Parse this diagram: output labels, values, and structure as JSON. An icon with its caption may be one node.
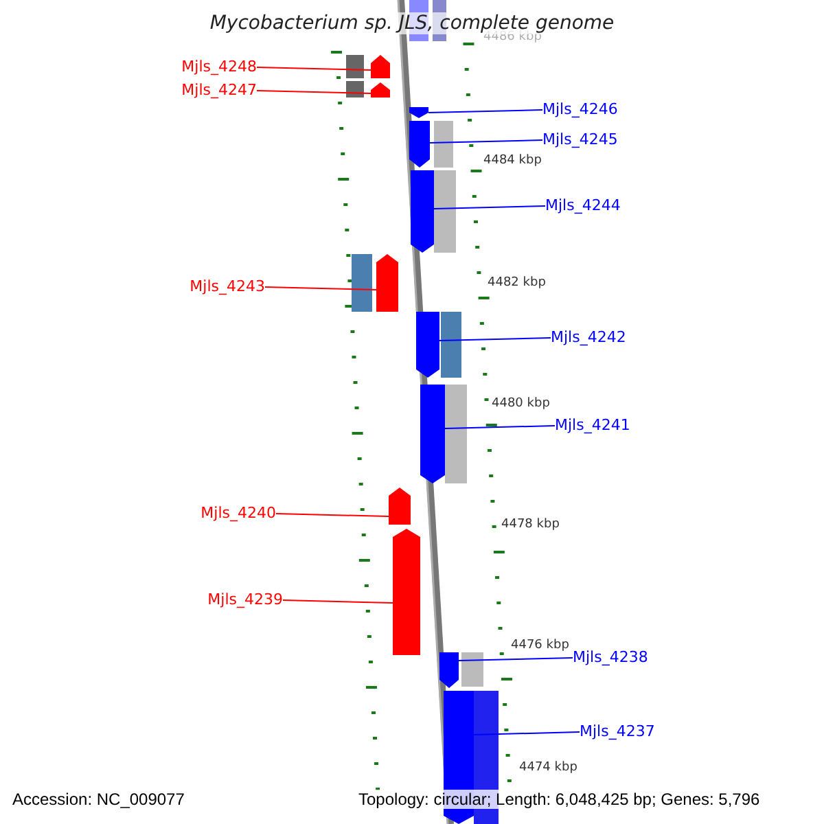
{
  "diagram": {
    "title": "Mycobacterium sp. JLS, complete genome",
    "nodes": [
      {
        "text": [
          "Mjls_4248"
        ]
      },
      {
        "text": [],
        "shape": "arrow"
      },
      {
        "text": [
          "Mjls_4247"
        ]
      },
      {
        "text": [],
        "shape": "arrow"
      },
      {
        "text": [
          "Mjls_4246"
        ]
      },
      {
        "text": [],
        "shape": "arrow"
      },
      {
        "text": [
          "Mjls_4245"
        ]
      },
      {
        "text": [],
        "shape": "arrow"
      },
      {
        "text": [
          "Mjls_4244"
        ]
      },
      {
        "text": [],
        "shape": "arrow"
      },
      {
        "text": [
          "Mjls_4243"
        ]
      },
      {
        "text": [],
        "shape": "arrow"
      },
      {
        "text": [
          "Mjls_4242"
        ]
      },
      {
        "text": [],
        "shape": "arrow"
      },
      {
        "text": [
          "Mjls_4241"
        ]
      },
      {
        "text": [],
        "shape": "arrow"
      },
      {
        "text": [
          "Mjls_4240"
        ]
      },
      {
        "text": [],
        "shape": "arrow"
      },
      {
        "text": [
          "Mjls_4239"
        ]
      },
      {
        "text": [],
        "shape": "arrow"
      },
      {
        "text": [
          "Mjls_4238"
        ]
      },
      {
        "text": [],
        "shape": "arrow"
      },
      {
        "text": [
          "Mjls_4237"
        ]
      },
      {
        "text": [],
        "shape": "arrow"
      }
    ],
    "edges": [
      {
        "from": 0,
        "to": 1,
        "arrow": "none",
        "color": "#ff0000"
      },
      {
        "from": 2,
        "to": 3,
        "arrow": "none",
        "color": "#ff0000"
      },
      {
        "from": 4,
        "to": 5,
        "arrow": "none"
      },
      {
        "from": 6,
        "to": 7,
        "arrow": "none"
      },
      {
        "from": 8,
        "to": 9,
        "arrow": "none"
      },
      {
        "from": 10,
        "to": 11,
        "arrow": "none",
        "color": "#ff0000"
      },
      {
        "from": 12,
        "to": 13,
        "arrow": "none"
      },
      {
        "from": 14,
        "to": 15,
        "arrow": "none"
      },
      {
        "from": 16,
        "to": 17,
        "arrow": "none",
        "color": "#ff0000"
      },
      {
        "from": 18,
        "to": 19,
        "arrow": "none",
        "color": "#ff0000"
      },
      {
        "from": 20,
        "to": 21,
        "arrow": "none"
      },
      {
        "from": 22,
        "to": 23,
        "arrow": "none"
      }
    ],
    "labels": [
      "4486 kbp",
      "4484 kbp",
      "4482 kbp",
      "4480 kbp",
      "4478 kbp",
      "4476 kbp",
      "4474 kbp",
      "Accession: NC_009077",
      "Topology: circular; Length: 6,048,425 bp; Genes: 5,796"
    ]
  }
}
